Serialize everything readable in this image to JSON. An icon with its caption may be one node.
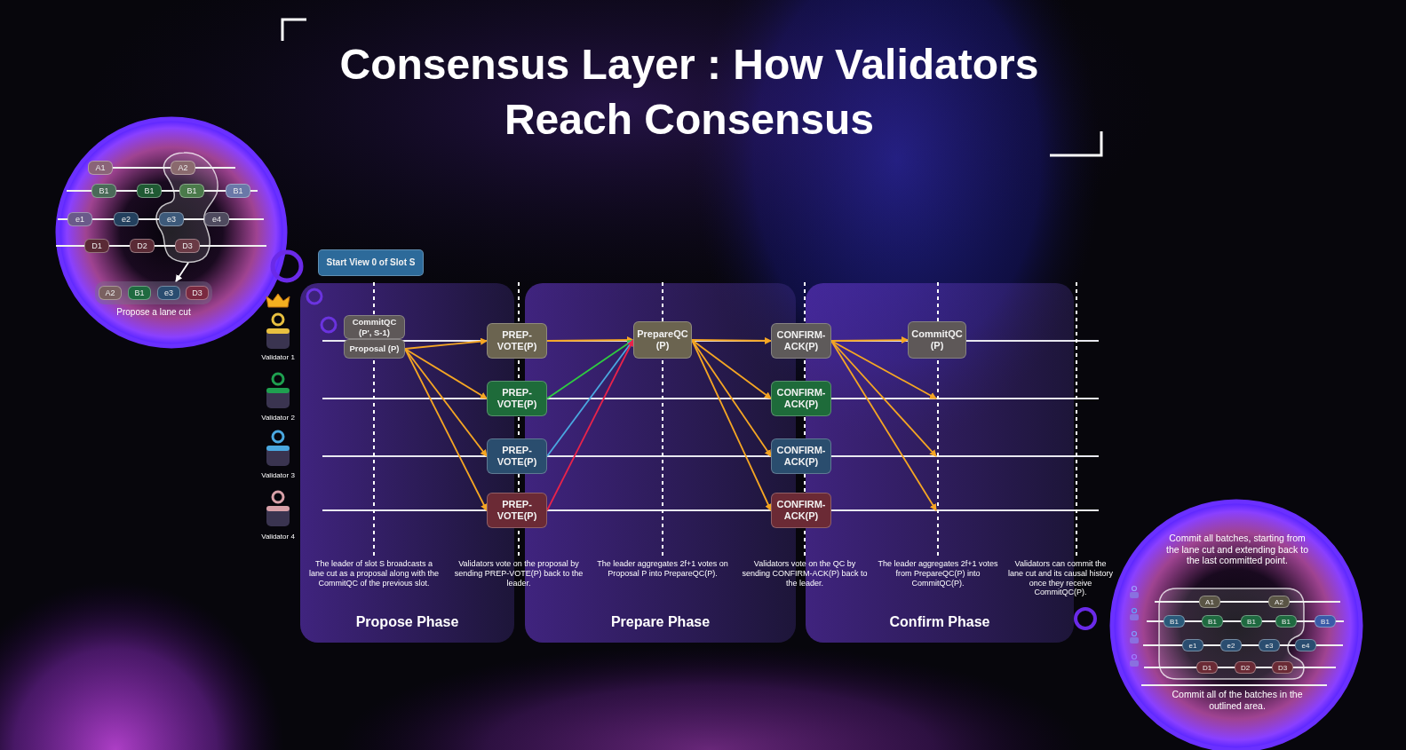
{
  "diagram": {
    "title": "Consensus Layer : How Validators Reach Consensus",
    "nodes": [
      {
        "text": [],
        "shape": "cloud"
      },
      {
        "text": [
          "A1"
        ]
      },
      {
        "text": [
          "A2"
        ],
        "in": 0
      },
      {
        "text": [
          "B1"
        ]
      },
      {
        "text": [
          "B1"
        ]
      },
      {
        "text": [
          "B1"
        ],
        "in": 0
      },
      {
        "text": [
          "B1"
        ]
      },
      {
        "text": [
          "e1"
        ]
      },
      {
        "text": [
          "e2"
        ]
      },
      {
        "text": [
          "e3"
        ],
        "in": 0
      },
      {
        "text": [
          "e4"
        ]
      },
      {
        "text": [
          "D1"
        ]
      },
      {
        "text": [
          "D2"
        ]
      },
      {
        "text": [
          "D3"
        ],
        "in": 0
      },
      {
        "text": [],
        "shape": "box",
        "beside": [
          "Propose a lane cut"
        ]
      },
      {
        "text": [
          "A2"
        ],
        "in": 14
      },
      {
        "text": [
          "B1"
        ],
        "in": 14
      },
      {
        "text": [
          "e3"
        ],
        "in": 14
      },
      {
        "text": [
          "D3"
        ],
        "in": 14
      },
      {
        "text": [
          "Start View 0 of Slot S"
        ]
      },
      {
        "text": [
          "Propose Phase"
        ]
      },
      {
        "text": [
          "CommitQC (P', S-1)"
        ],
        "in": 20
      },
      {
        "text": [
          "Proposal (P)"
        ],
        "in": 20
      },
      {
        "text": [
          "PREP-VOTE(P)"
        ]
      },
      {
        "text": [
          "PREP-VOTE(P)"
        ]
      },
      {
        "text": [
          "PREP-VOTE(P)"
        ]
      },
      {
        "text": [
          "PREP-VOTE(P)"
        ]
      },
      {
        "text": [
          "Prepare Phase"
        ]
      },
      {
        "text": [
          "PrepareQC (P)"
        ],
        "in": 27
      },
      {
        "text": [
          "CONFIRM-ACK(P)"
        ]
      },
      {
        "text": [
          "CONFIRM-ACK(P)"
        ]
      },
      {
        "text": [
          "CONFIRM-ACK(P)"
        ]
      },
      {
        "text": [
          "CONFIRM-ACK(P)"
        ]
      },
      {
        "text": [
          "Confirm Phase"
        ]
      },
      {
        "text": [
          "CommitQC (P)"
        ],
        "in": 33
      },
      {
        "text": [],
        "shape": "cloud"
      },
      {
        "text": [
          "A1"
        ],
        "in": 35
      },
      {
        "text": [
          "A2"
        ],
        "in": 35
      },
      {
        "text": [
          "B1"
        ],
        "in": 35
      },
      {
        "text": [
          "B1"
        ],
        "in": 35
      },
      {
        "text": [
          "B1"
        ],
        "in": 35
      },
      {
        "text": [
          "B1"
        ],
        "in": 35
      },
      {
        "text": [
          "B1"
        ]
      },
      {
        "text": [
          "e1"
        ],
        "in": 35
      },
      {
        "text": [
          "e2"
        ],
        "in": 35
      },
      {
        "text": [
          "e3"
        ],
        "in": 35
      },
      {
        "text": [
          "e4"
        ]
      },
      {
        "text": [
          "D1"
        ],
        "in": 35
      },
      {
        "text": [
          "D2"
        ],
        "in": 35
      },
      {
        "text": [
          "D3"
        ],
        "in": 35
      }
    ],
    "edges": [
      {
        "from": 0,
        "to": 14,
        "arrow": "to",
        "color": "#ffffff"
      },
      {
        "from": 22,
        "to": 23,
        "arrow": "to"
      },
      {
        "from": 22,
        "to": 24,
        "arrow": "to"
      },
      {
        "from": 22,
        "to": 25,
        "arrow": "to"
      },
      {
        "from": 22,
        "to": 26,
        "arrow": "to"
      },
      {
        "from": 23,
        "to": 28,
        "arrow": "to"
      },
      {
        "from": 24,
        "to": 28,
        "arrow": "to",
        "color": "#2ecc40"
      },
      {
        "from": 25,
        "to": 28,
        "arrow": "to",
        "color": "#4aa8e0"
      },
      {
        "from": 26,
        "to": 28,
        "arrow": "to",
        "color": "#e8234a"
      },
      {
        "from": 28,
        "to": 29,
        "arrow": "to"
      },
      {
        "from": 28,
        "to": 30,
        "arrow": "to"
      },
      {
        "from": 28,
        "to": 31,
        "arrow": "to"
      },
      {
        "from": 28,
        "to": 32,
        "arrow": "to"
      },
      {
        "from": 29,
        "to": 34,
        "arrow": "to"
      },
      {
        "from": 29,
        "to": null,
        "arrow": "to"
      },
      {
        "from": 29,
        "to": null,
        "arrow": "to"
      },
      {
        "from": 29,
        "to": null,
        "arrow": "to"
      }
    ],
    "labels": [
      "Validator 1",
      "Validator 2",
      "Validator 3",
      "Validator 4",
      "The leader of slot S broadcasts a lane cut as a proposal along with the CommitQC of the previous slot.",
      "Validators vote on the proposal by sending PREP-VOTE(P) back to the leader.",
      "The leader aggregates 2f+1 votes on Proposal P into PrepareQC(P).",
      "Validators vote on the QC by sending CONFIRM-ACK(P) back to the leader.",
      "The leader aggregates 2f+1 votes from PrepareQC(P) into CommitQC(P).",
      "Validators can commit the lane cut and its causal history once they receive CommitQC(P).",
      "Commit all batches, starting from the lane cut and extending back to the last committed point.",
      "Commit all of the batches in the outlined area."
    ]
  }
}
